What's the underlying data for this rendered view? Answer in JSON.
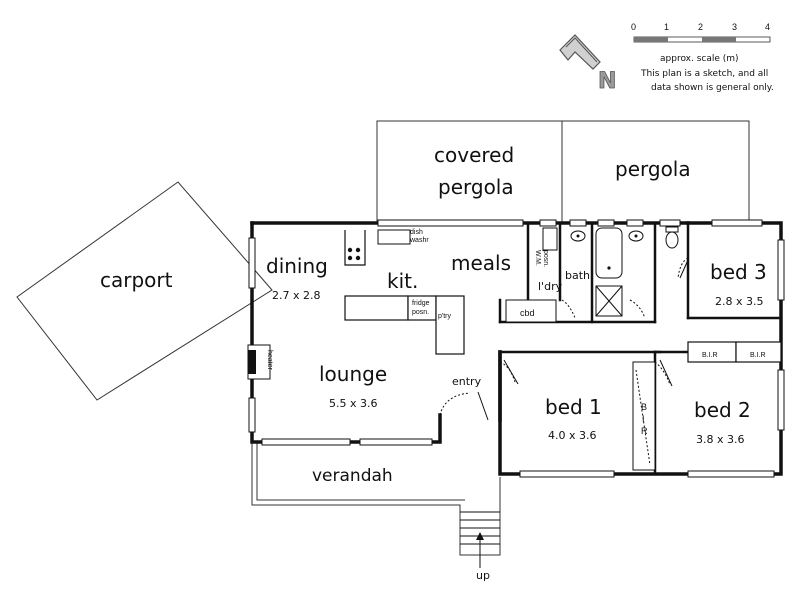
{
  "rooms": {
    "covered_pergola_1": "covered",
    "covered_pergola_2": "pergola",
    "pergola": "pergola",
    "carport": "carport",
    "dining": "dining",
    "dining_dim": "2.7 x 2.8",
    "kitchen": "kit.",
    "meals": "meals",
    "lounge": "lounge",
    "lounge_dim": "5.5 x 3.6",
    "entry": "entry",
    "verandah": "verandah",
    "bath": "bath",
    "laundry": "l'dry",
    "cbd": "cbd",
    "bed1": "bed 1",
    "bed1_dim": "4.0 x 3.6",
    "bed2": "bed 2",
    "bed2_dim": "3.8 x 3.6",
    "bed3": "bed 3",
    "bed3_dim": "2.8 x 3.5",
    "bir_left": "B.I.R",
    "bir_right": "B.I.R",
    "bir_bed1_b": "B",
    "bir_bed1_i": "I",
    "bir_bed1_r": "R"
  },
  "fixtures": {
    "fridge_1": "fridge",
    "fridge_2": "posn.",
    "pantry": "p'try",
    "dishwasher_1": "dish",
    "dishwasher_2": "washr",
    "washer_posn_1": "W.M.",
    "washer_posn_2": "posn.",
    "heater": "heater",
    "stairs_up": "up"
  },
  "scale": {
    "ticks": [
      "0",
      "1",
      "2",
      "3",
      "4"
    ],
    "label": "approx. scale (m)",
    "disclaimer_line1": "This plan is a sketch, and all",
    "disclaimer_line2": "data shown is general only."
  },
  "compass": {
    "letter": "N",
    "color": "#8c8c8c"
  }
}
